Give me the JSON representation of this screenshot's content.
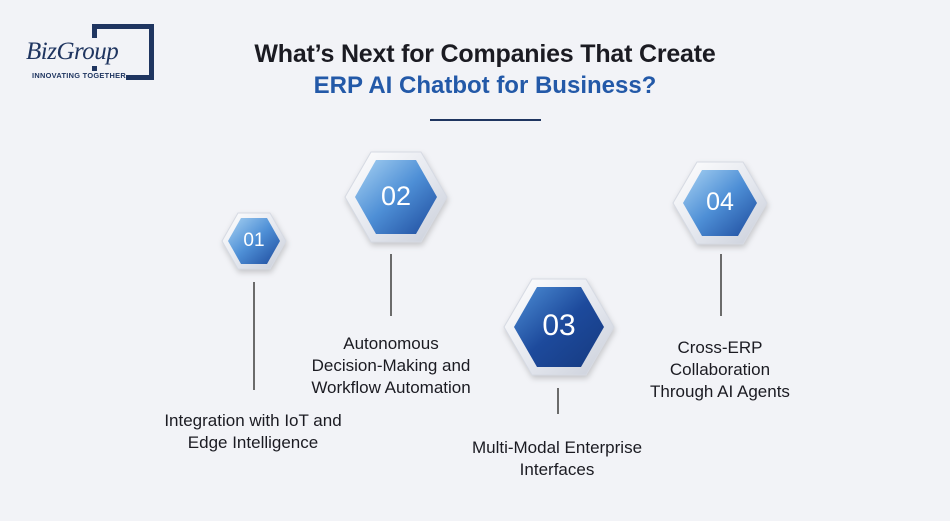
{
  "brand": {
    "name": "BizGroup",
    "tagline": "INNOVATING TOGETHER"
  },
  "title": {
    "line1": "What’s Next for Companies That Create",
    "line2": "ERP AI Chatbot for Business?"
  },
  "steps": [
    {
      "number": "01",
      "label_lines": [
        "Integration with IoT and",
        "Edge Intelligence"
      ]
    },
    {
      "number": "02",
      "label_lines": [
        "Autonomous",
        "Decision-Making and",
        "Workflow Automation"
      ]
    },
    {
      "number": "03",
      "label_lines": [
        "Multi-Modal Enterprise",
        "Interfaces"
      ]
    },
    {
      "number": "04",
      "label_lines": [
        "Cross-ERP",
        "Collaboration",
        "Through AI Agents"
      ]
    }
  ],
  "colors": {
    "navy": "#1f3560",
    "title_accent": "#2359a8",
    "hex_light": "#a9d3f3",
    "hex_mid": "#4e8fd6",
    "hex_dark": "#1d4a9c",
    "background": "#f2f3f7"
  }
}
